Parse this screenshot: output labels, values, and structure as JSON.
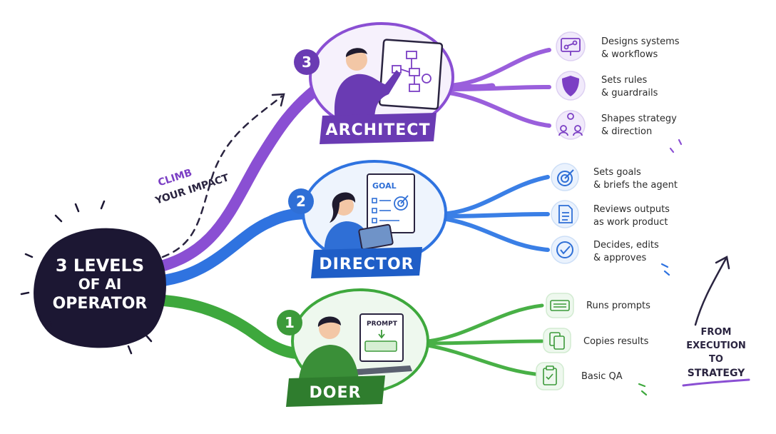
{
  "center": {
    "line1": "3 LEVELS",
    "line2": "OF AI",
    "line3": "OPERATOR"
  },
  "climb": {
    "line1": "CLIMB",
    "line2": "YOUR IMPACT"
  },
  "strategy": {
    "line1": "FROM",
    "line2": "EXECUTION",
    "line3": "TO",
    "line4": "STRATEGY"
  },
  "levels": [
    {
      "number": "3",
      "label": "ARCHITECT",
      "color": "#7b3fc4",
      "items": [
        {
          "icon": "workflow-icon",
          "line1": "Designs systems",
          "line2": "& workflows"
        },
        {
          "icon": "shield-icon",
          "line1": "Sets rules",
          "line2": "& guardrails"
        },
        {
          "icon": "people-hierarchy-icon",
          "line1": "Shapes strategy",
          "line2": "& direction"
        }
      ]
    },
    {
      "number": "2",
      "label": "DIRECTOR",
      "color": "#2f6fd6",
      "sheet": "GOAL",
      "items": [
        {
          "icon": "target-icon",
          "line1": "Sets goals",
          "line2": "& briefs the agent"
        },
        {
          "icon": "document-icon",
          "line1": "Reviews outputs",
          "line2": "as work product"
        },
        {
          "icon": "check-circle-icon",
          "line1": "Decides, edits",
          "line2": "& approves"
        }
      ]
    },
    {
      "number": "1",
      "label": "DOER",
      "color": "#3c9a3a",
      "screen": "PROMPT",
      "items": [
        {
          "icon": "keyboard-icon",
          "line1": "Runs prompts",
          "line2": ""
        },
        {
          "icon": "copy-icon",
          "line1": "Copies results",
          "line2": ""
        },
        {
          "icon": "clipboard-icon",
          "line1": "Basic QA",
          "line2": ""
        }
      ]
    }
  ]
}
